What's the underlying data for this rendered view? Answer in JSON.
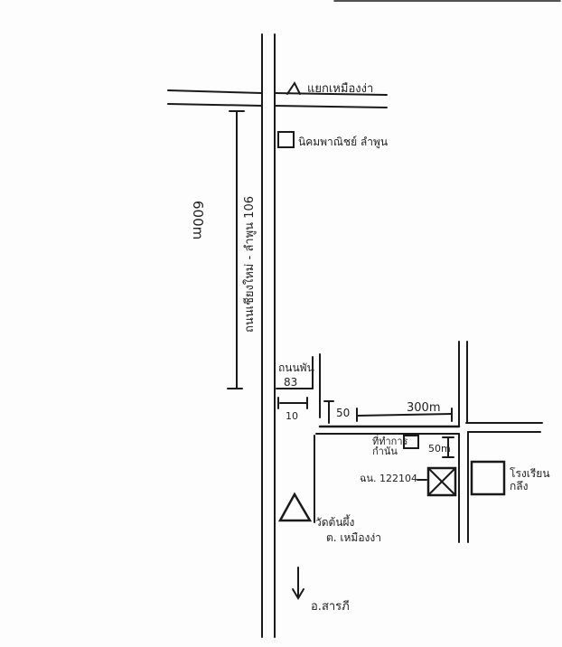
{
  "labels": {
    "north_junction": "แยกเหมืองง่า",
    "market": "นิคมพาณิชย์ ลำพูน",
    "road_name": "ถนนเชียงใหม่ - ลำพูน 106",
    "distance_north": "600m",
    "alley": "ถนนพัน",
    "alley_no": "83",
    "dim_10": "10",
    "dim_50_left": "50",
    "dim_300": "300m",
    "dim_50_right": "50m",
    "land_office": "ที่ทำการ กำนัน",
    "survey_plot": "ฉน. 122104",
    "school": "โรงเรียน กลึง",
    "temple_line1": "วัดต้นผึ้ง",
    "temple_line2": "ต. เหมืองง่า",
    "south": "อ.สารภี"
  },
  "colors": {
    "ink": "#1a1a1a",
    "paper": "#fdfdfd"
  }
}
